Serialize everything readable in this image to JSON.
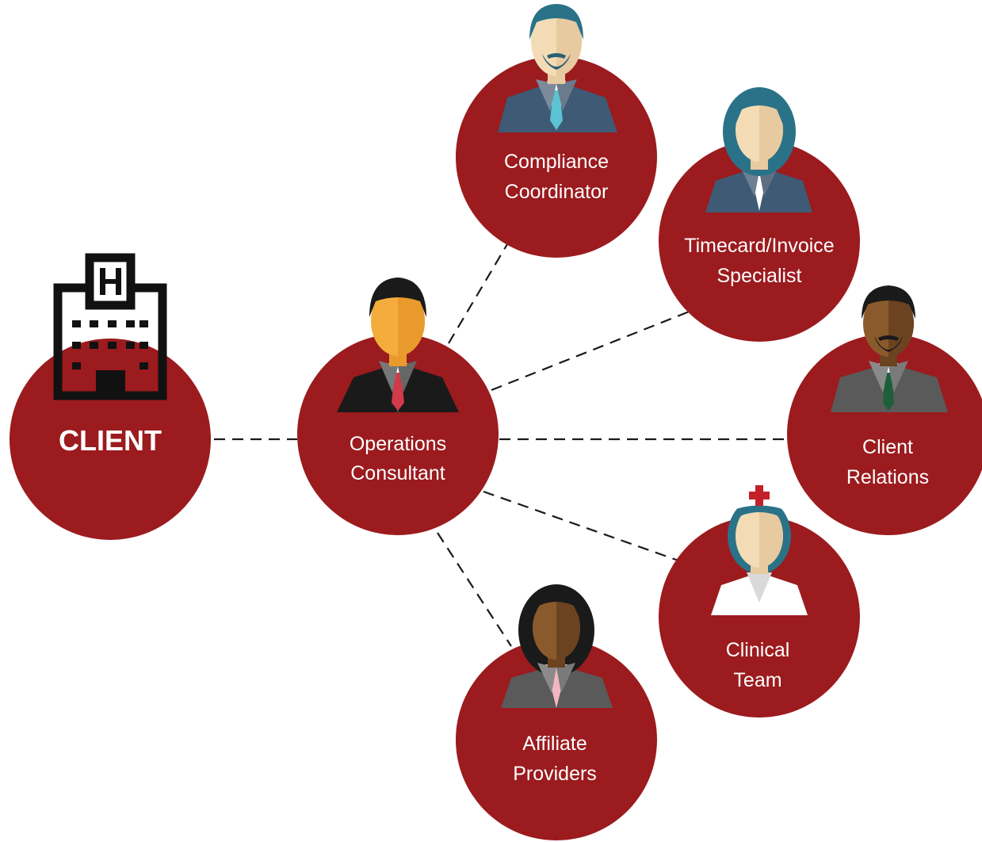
{
  "colors": {
    "circle": "#9b1b1e",
    "label_text": "#ffffff",
    "connector": "#1a1a1a",
    "building_icon": "#111111"
  },
  "client": {
    "label": "CLIENT",
    "icon": "hospital-building-icon"
  },
  "center": {
    "line1": "Operations",
    "line2": "Consultant",
    "icon": "businessman-red-tie-icon"
  },
  "nodes": [
    {
      "id": "compliance",
      "line1": "Compliance",
      "line2": "Coordinator",
      "icon": "man-beard-blue-tie-icon"
    },
    {
      "id": "timecard",
      "line1": "Timecard/Invoice",
      "line2": "Specialist",
      "icon": "woman-teal-hair-icon"
    },
    {
      "id": "client-relations",
      "line1": "Client",
      "line2": "Relations",
      "icon": "man-beard-green-tie-icon"
    },
    {
      "id": "clinical",
      "line1": "Clinical",
      "line2": "Team",
      "icon": "nurse-cap-red-cross-icon"
    },
    {
      "id": "affiliate",
      "line1": "Affiliate",
      "line2": "Providers",
      "icon": "woman-pink-blouse-icon"
    }
  ]
}
